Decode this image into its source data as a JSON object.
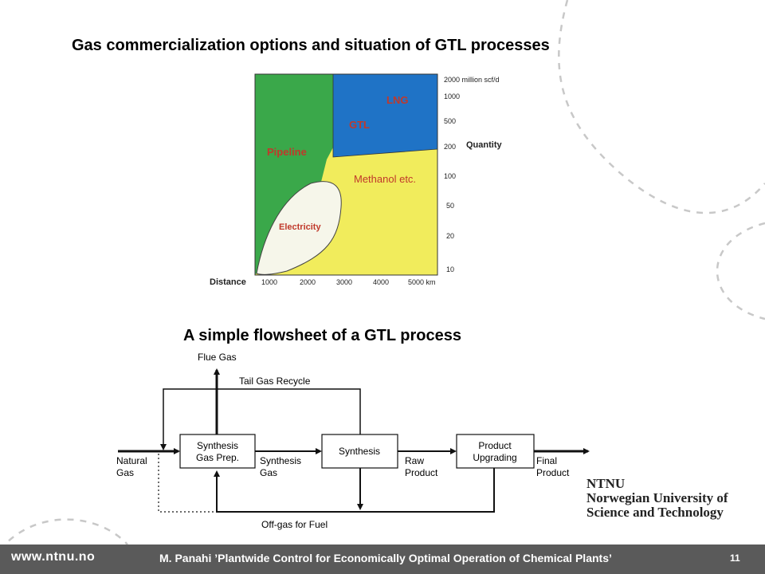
{
  "slide": {
    "title": "Gas commercialization options and situation of GTL processes",
    "flowsheet_title": "A simple flowsheet of a GTL process"
  },
  "chart": {
    "regions": {
      "pipeline": "Pipeline",
      "lng": "LNG",
      "gtl": "GTL",
      "methanol": "Methanol etc.",
      "electricity": "Electricity"
    },
    "y_unit_label": "2000 million scf/d",
    "y_ticks": [
      "1000",
      "500",
      "200",
      "100",
      "50",
      "20",
      "10"
    ],
    "y_axis_label": "Quantity",
    "x_axis_label": "Distance",
    "x_ticks": [
      "1000",
      "2000",
      "3000",
      "4000",
      "5000 km"
    ],
    "colors": {
      "pipeline": "#3aa84a",
      "lng": "#1f73c6",
      "methanol": "#f1ec5c",
      "electricity": "#f6f6ea",
      "region_text": "#c0392b"
    }
  },
  "flowsheet": {
    "blocks": {
      "syngas_line1": "Synthesis",
      "syngas_line2": "Gas Prep.",
      "synthesis": "Synthesis",
      "upgrading_line1": "Product",
      "upgrading_line2": "Upgrading"
    },
    "streams": {
      "flue_gas": "Flue Gas",
      "tail_gas": "Tail Gas Recycle",
      "natural_gas_1": "Natural",
      "natural_gas_2": "Gas",
      "synthesis_gas_1": "Synthesis",
      "synthesis_gas_2": "Gas",
      "raw_product_1": "Raw",
      "raw_product_2": "Product",
      "final_product_1": "Final",
      "final_product_2": "Product",
      "offgas": "Off-gas for Fuel"
    }
  },
  "logo": {
    "line1": "NTNU",
    "line2": "Norwegian University of",
    "line3": "Science and Technology"
  },
  "footer": {
    "url": "www.ntnu.no",
    "caption": "M. Panahi ’Plantwide Control for Economically Optimal Operation of Chemical Plants’",
    "page": "11"
  }
}
